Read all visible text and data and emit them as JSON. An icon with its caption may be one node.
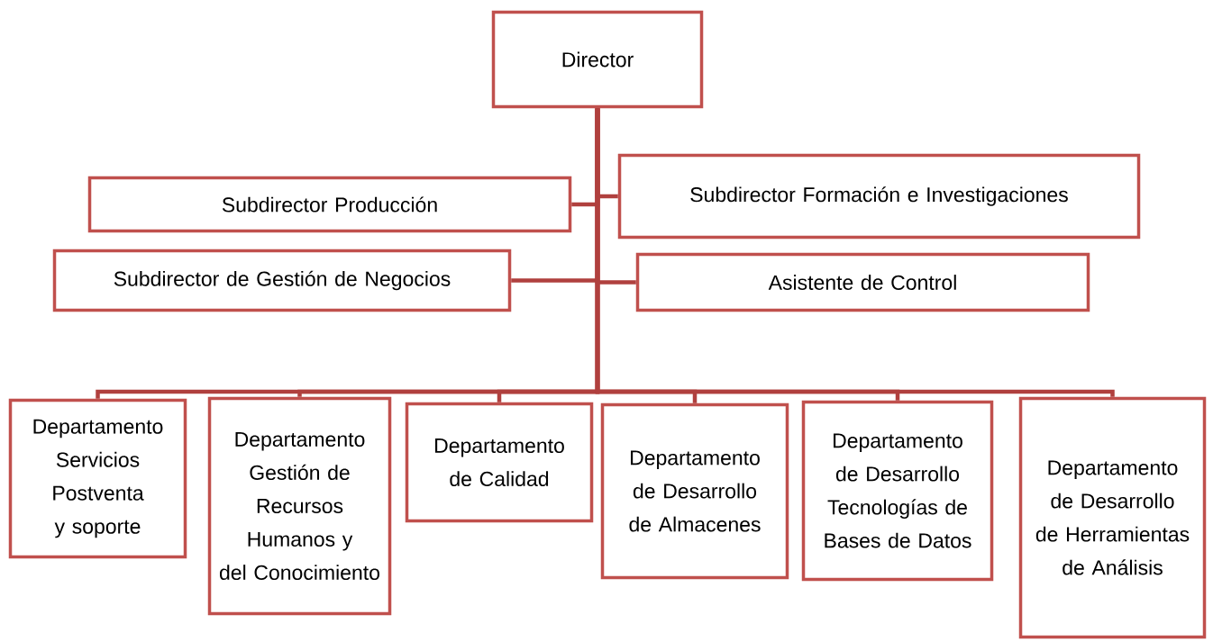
{
  "diagram": {
    "nodes": [
      {
        "text": [
          "Director"
        ]
      },
      {
        "text": [
          "Subdirector Producción"
        ]
      },
      {
        "text": [
          "Subdirector Formación e Investigaciones"
        ]
      },
      {
        "text": [
          "Subdirector de Gestión de Negocios"
        ]
      },
      {
        "text": [
          "Asistente de Control"
        ]
      },
      {
        "text": [
          "Departamento Servicios Postventa y soporte"
        ]
      },
      {
        "text": [
          "Departamento Gestión de Recursos Humanos y del Conocimiento"
        ]
      },
      {
        "text": [
          "Departamento de Calidad"
        ]
      },
      {
        "text": [
          "Departamento de Desarrollo de Almacenes"
        ]
      },
      {
        "text": [
          "Departamento de Desarrollo Tecnologías de Bases de Datos"
        ]
      },
      {
        "text": [
          "Departamento de Desarrollo de Herramientas de Análisis"
        ]
      }
    ],
    "edges": [
      {
        "from": 0,
        "to": 1,
        "arrow": "none"
      },
      {
        "from": 0,
        "to": 2,
        "arrow": "none"
      },
      {
        "from": 0,
        "to": 3,
        "arrow": "none"
      },
      {
        "from": 0,
        "to": 4,
        "arrow": "none"
      },
      {
        "from": 0,
        "to": 5,
        "arrow": "none"
      },
      {
        "from": 0,
        "to": 6,
        "arrow": "none"
      },
      {
        "from": 0,
        "to": 7,
        "arrow": "none"
      },
      {
        "from": 0,
        "to": 8,
        "arrow": "none"
      },
      {
        "from": 0,
        "to": 9,
        "arrow": "none"
      },
      {
        "from": 0,
        "to": 10,
        "arrow": "none"
      }
    ]
  }
}
